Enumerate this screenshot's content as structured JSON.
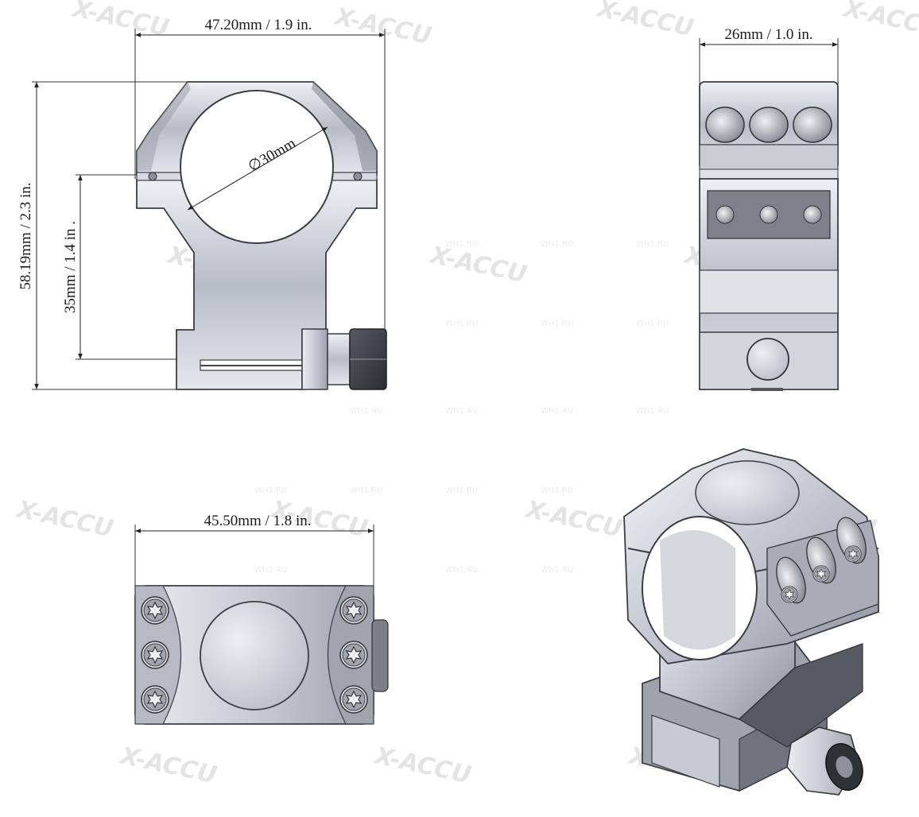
{
  "dimensions": {
    "width_top": "47.20mm / 1.9 in.",
    "diameter": "∅30mm",
    "height_total": "58.19mm / 2.3 in.",
    "height_center": "35mm / 1.4 in .",
    "side_width": "26mm / 1.0 in.",
    "bottom_width": "45.50mm / 1.8 in."
  },
  "watermark": {
    "brand": "X-ACCU",
    "small": "WH1.RU"
  }
}
